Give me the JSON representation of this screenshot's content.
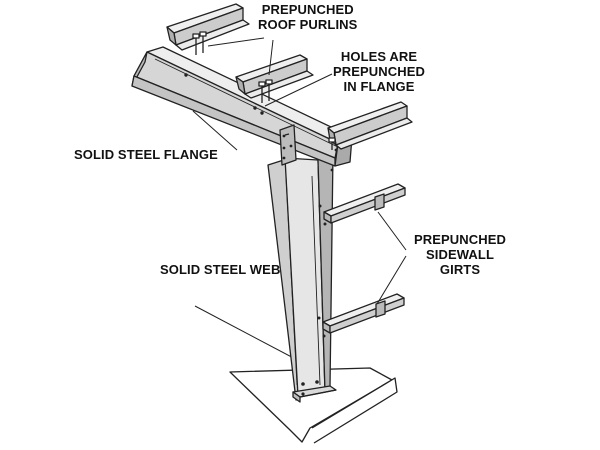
{
  "labels": {
    "prepunched_roof_purlins": [
      "PREPUNCHED",
      "ROOF PURLINS"
    ],
    "holes_prepunched_in_flange": [
      "HOLES ARE",
      "PREPUNCHED",
      "IN FLANGE"
    ],
    "solid_steel_flange": "SOLID STEEL FLANGE",
    "solid_steel_web": "SOLID STEEL WEB",
    "prepunched_sidewall_girts": [
      "PREPUNCHED",
      "SIDEWALL",
      "GIRTS"
    ]
  },
  "colors": {
    "steel_fill": "#d4d4d4",
    "steel_light": "#ececec",
    "steel_dark": "#a9a9a9",
    "outline": "#222222",
    "text": "#111111",
    "background": "#ffffff"
  }
}
